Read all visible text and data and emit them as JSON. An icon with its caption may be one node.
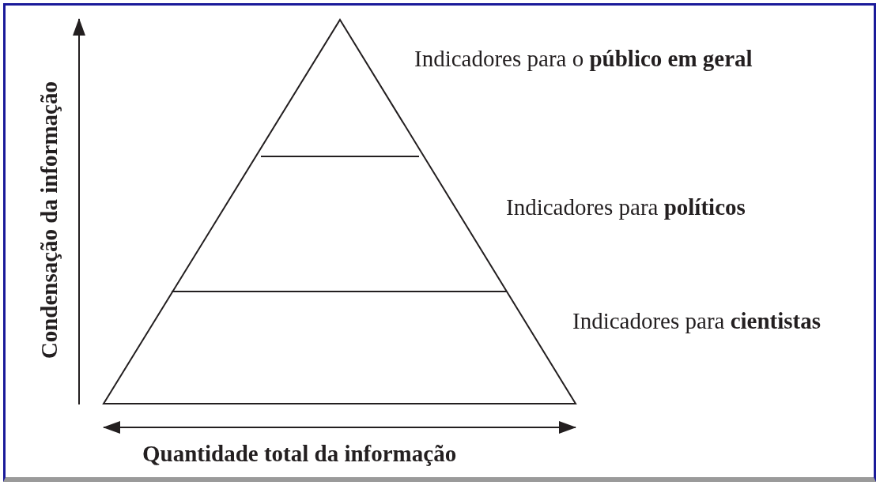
{
  "diagram": {
    "labels": [
      "Condensação da informação",
      "Indicadores para o **público em geral**",
      "Indicadores para **políticos**",
      "Indicadores para **cientistas**",
      "Quantidade total da informação"
    ]
  }
}
